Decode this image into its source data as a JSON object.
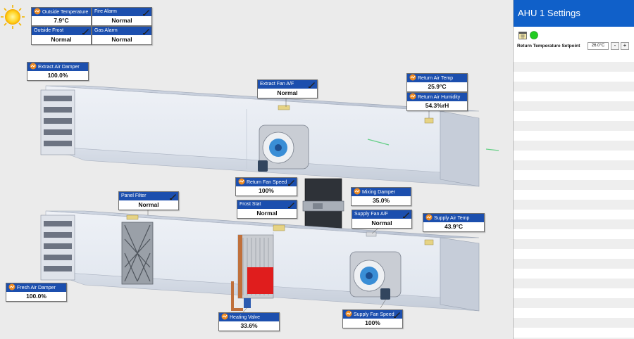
{
  "colors": {
    "tile_header": "#1c4fae",
    "panel_header": "#1060c9",
    "alarm_active": "#d61a1a",
    "status_ok": "#22cc22"
  },
  "icons": {
    "weather": "sun-icon",
    "tile": "trend-icon",
    "edit": "pen-icon",
    "schedule": "calendar-icon",
    "status": "green-status-icon"
  },
  "tiles": {
    "outside_temperature": {
      "label": "Outside Temperature",
      "value": "7.9°C"
    },
    "fire_alarm": {
      "label": "Fire Alarm",
      "value": "Normal"
    },
    "outside_frost": {
      "label": "Outside Frost",
      "value": "Normal"
    },
    "gas_alarm": {
      "label": "Gas Alarm",
      "value": "Normal"
    },
    "extract_air_damper": {
      "label": "Extract Air Damper",
      "value": "100.0%"
    },
    "extract_fan_af": {
      "label": "Extract Fan A/F",
      "value": "Normal"
    },
    "return_air_temp": {
      "label": "Return Air Temp",
      "value": "25.9°C"
    },
    "return_air_humidity": {
      "label": "Return Air Humidity",
      "value": "54.3%rH"
    },
    "return_fan_speed": {
      "label": "Return Fan Speed",
      "value": "100%"
    },
    "mixing_damper": {
      "label": "Mixing Damper",
      "value": "35.0%"
    },
    "panel_filter": {
      "label": "Panel Filter",
      "value": "Normal"
    },
    "frost_stat": {
      "label": "Frost Stat",
      "value": "Normal"
    },
    "supply_fan_af": {
      "label": "Supply Fan A/F",
      "value": "Normal"
    },
    "supply_air_temp": {
      "label": "Supply Air Temp",
      "value": "43.9°C"
    },
    "fresh_air_damper": {
      "label": "Fresh Air Damper",
      "value": "100.0%"
    },
    "heating_valve": {
      "label": "Heating Valve",
      "value": "33.6%"
    },
    "supply_fan_speed": {
      "label": "Supply Fan Speed",
      "value": "100%"
    }
  },
  "panel": {
    "title": "AHU 1 Settings",
    "setpoint": {
      "label": "Return Temperature Setpoint",
      "value": "26.0°C",
      "decrement": "-",
      "increment": "+"
    }
  }
}
